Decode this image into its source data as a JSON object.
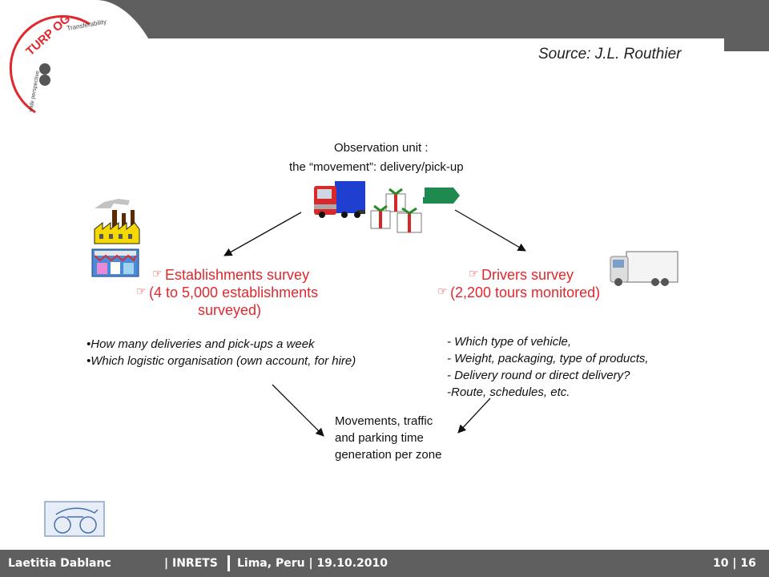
{
  "logo": {
    "brand": "TURP OG",
    "tagline": "Transferability",
    "side_text": "wide perspective"
  },
  "source": "Source: J.L. Routhier",
  "diagram": {
    "observation_title": "Observation unit :",
    "observation_subtitle": "the “movement”: delivery/pick-up",
    "left": {
      "line1": "Establishments survey",
      "line2": "(4 to 5,000 establishments",
      "line3": "surveyed)",
      "bullets": [
        "•How many deliveries and pick-ups a week",
        "•Which logistic organisation (own account, for hire)"
      ]
    },
    "right": {
      "line1": "Drivers survey",
      "line2": "(2,200 tours monitored)",
      "bullets": [
        "- Which type of vehicle,",
        "- Weight, packaging, type of products,",
        "- Delivery round or direct delivery?",
        "-Route, schedules, etc."
      ]
    },
    "result": [
      "Movements, traffic",
      "and parking time",
      "generation per zone"
    ]
  },
  "footer": {
    "author": "Laetitia Dablanc",
    "org": "| INRETS",
    "place_date": "Lima, Peru | 19.10.2010",
    "page": "10 | 16"
  }
}
